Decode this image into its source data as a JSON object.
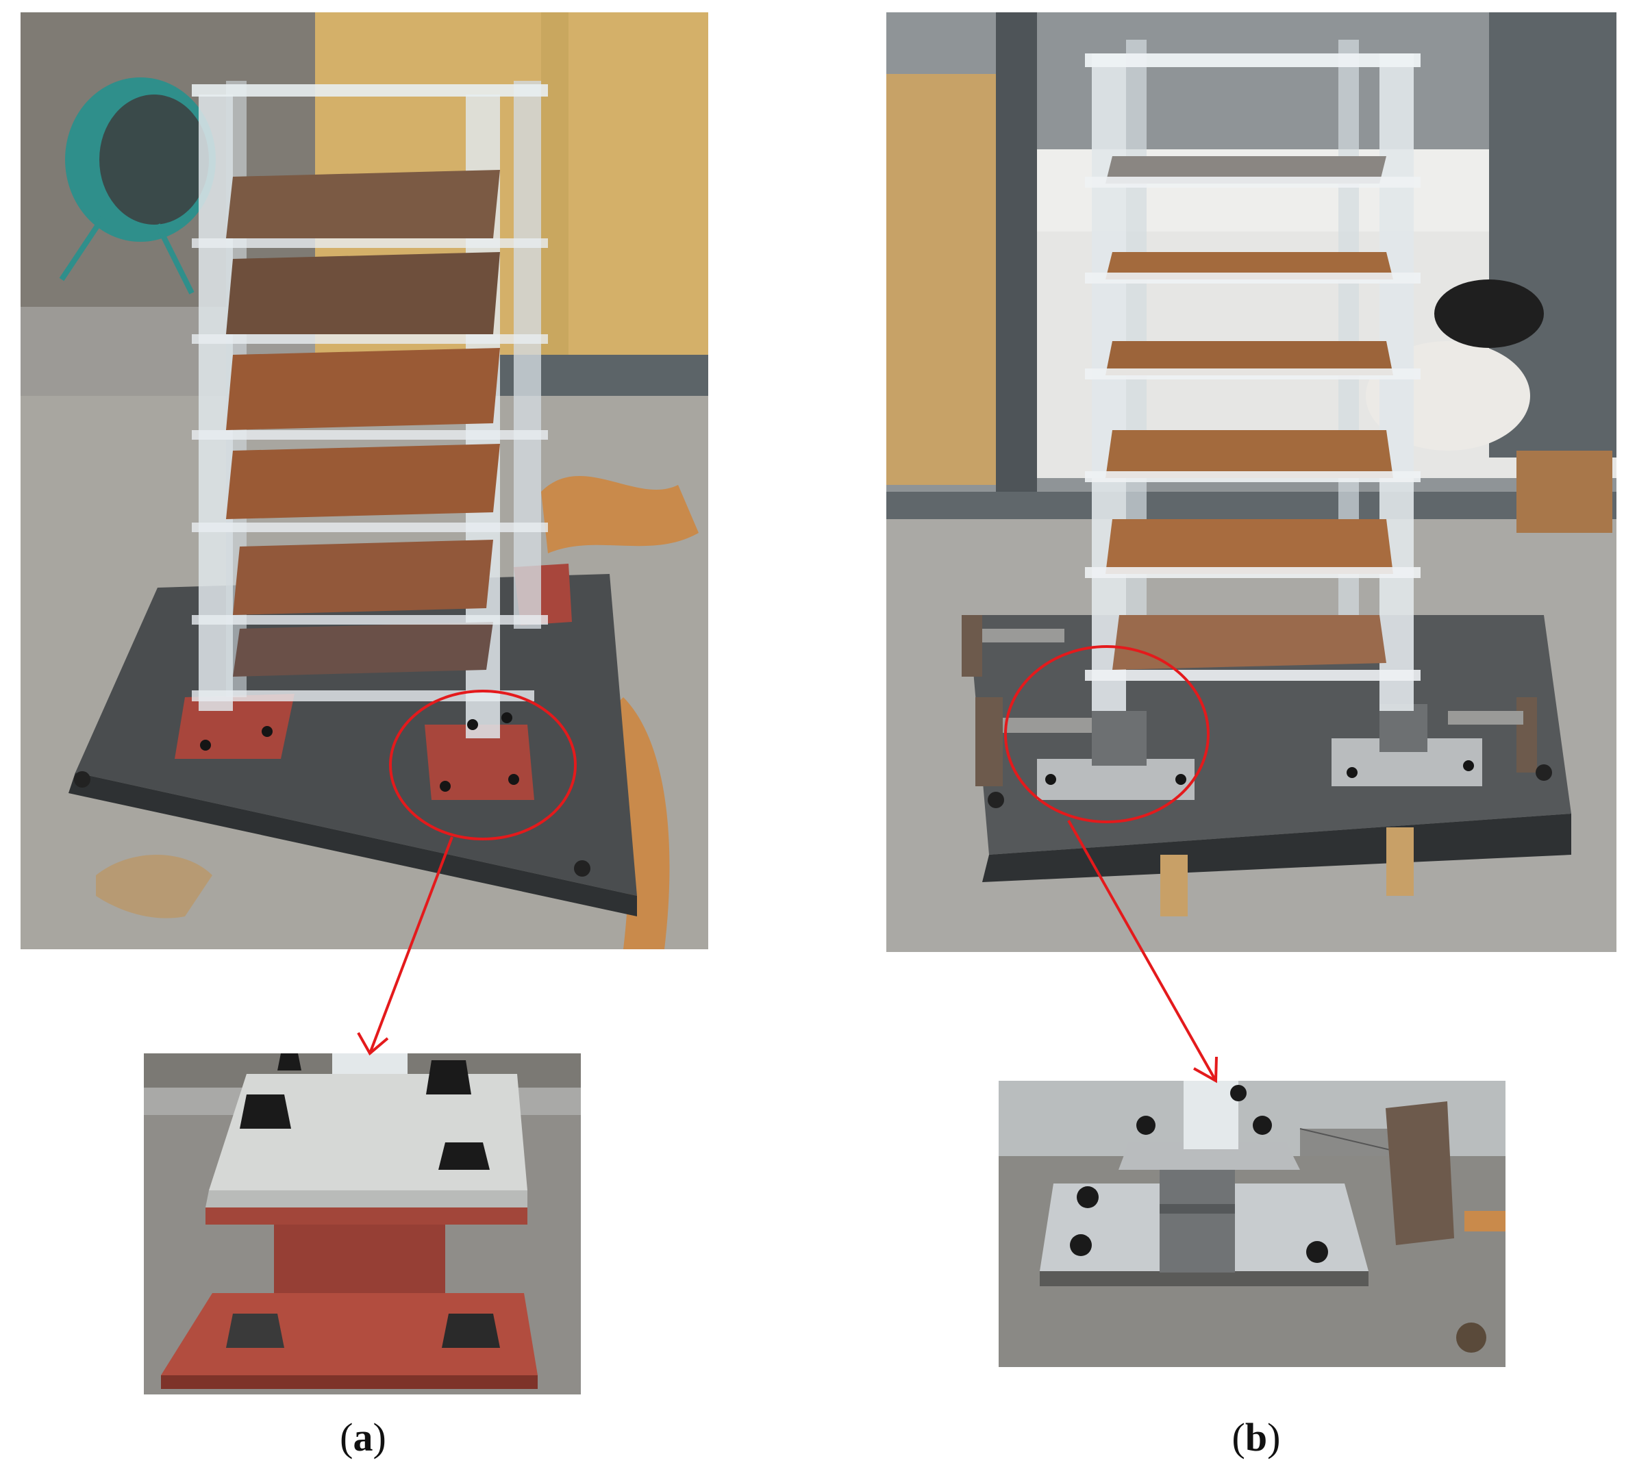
{
  "figure": {
    "panels": [
      {
        "id": "a",
        "caption_open": "(",
        "caption_label": "a",
        "caption_close": ")"
      },
      {
        "id": "b",
        "caption_open": "(",
        "caption_label": "b",
        "caption_close": ")"
      }
    ],
    "colors": {
      "highlight": "#e41a1c",
      "steel_plate": "#4a4d4f",
      "red_base": "#a8463c",
      "rust_plate": "#9a5a35",
      "acrylic": "#dfe6ea",
      "wall_yellow": "#d7b46a",
      "floor": "#a9a7a2"
    }
  }
}
